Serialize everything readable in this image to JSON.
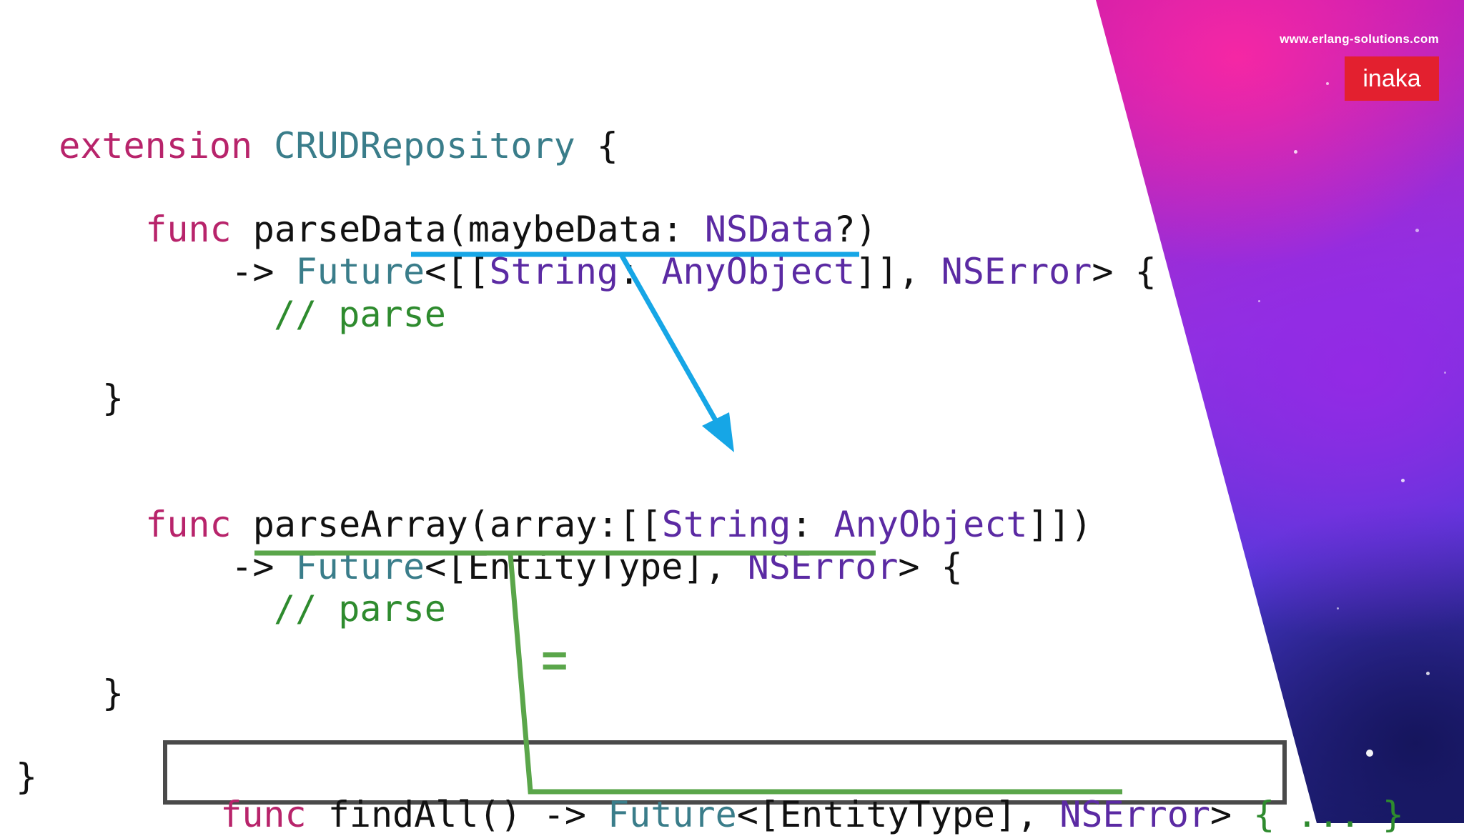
{
  "header": {
    "site_url": "www.erlang-solutions.com",
    "logo_text": "inaka"
  },
  "code": {
    "l1": {
      "kw": "extension",
      "ty": "CRUDRepository",
      "rest": " {"
    },
    "l2": {
      "kw": "func",
      "name": " parseData(maybeData: ",
      "ty2": "NSData",
      "rest": "?)"
    },
    "l3": {
      "arrow": "-> ",
      "ty": "Future",
      "a": "<[[",
      "ty2a": "String",
      "b": ": ",
      "ty2b": "AnyObject",
      "c": "]], ",
      "ty2c": "NSError",
      "d": "> {"
    },
    "l4": {
      "comment": "// parse"
    },
    "l5": {
      "brace": "}"
    },
    "l6": {
      "kw": "func",
      "name": " parseArray(array:[[",
      "ty2a": "String",
      "b": ": ",
      "ty2b": "AnyObject",
      "c": "]])"
    },
    "l7": {
      "arrow": "-> ",
      "ty": "Future",
      "a": "<[EntityType], ",
      "ty2c": "NSError",
      "d": "> {"
    },
    "l8": {
      "comment": "// parse"
    },
    "l9": {
      "brace": "}"
    },
    "l10": {
      "brace": "}"
    }
  },
  "highlight": {
    "kw": "func",
    "name": " findAll() -> ",
    "ty": "Future",
    "a": "<[EntityType], ",
    "ty2c": "NSError",
    "d": ">",
    "body": " { ... }"
  },
  "annotation": {
    "equals": "="
  },
  "colors": {
    "keyword": "#b8246b",
    "type_teal": "#3a7d8a",
    "type_purple": "#5b2aa3",
    "comment": "#2e8b2e",
    "blue_arrow": "#16a6e6",
    "green_line": "#5aa64a",
    "logo_red": "#e3202f"
  }
}
